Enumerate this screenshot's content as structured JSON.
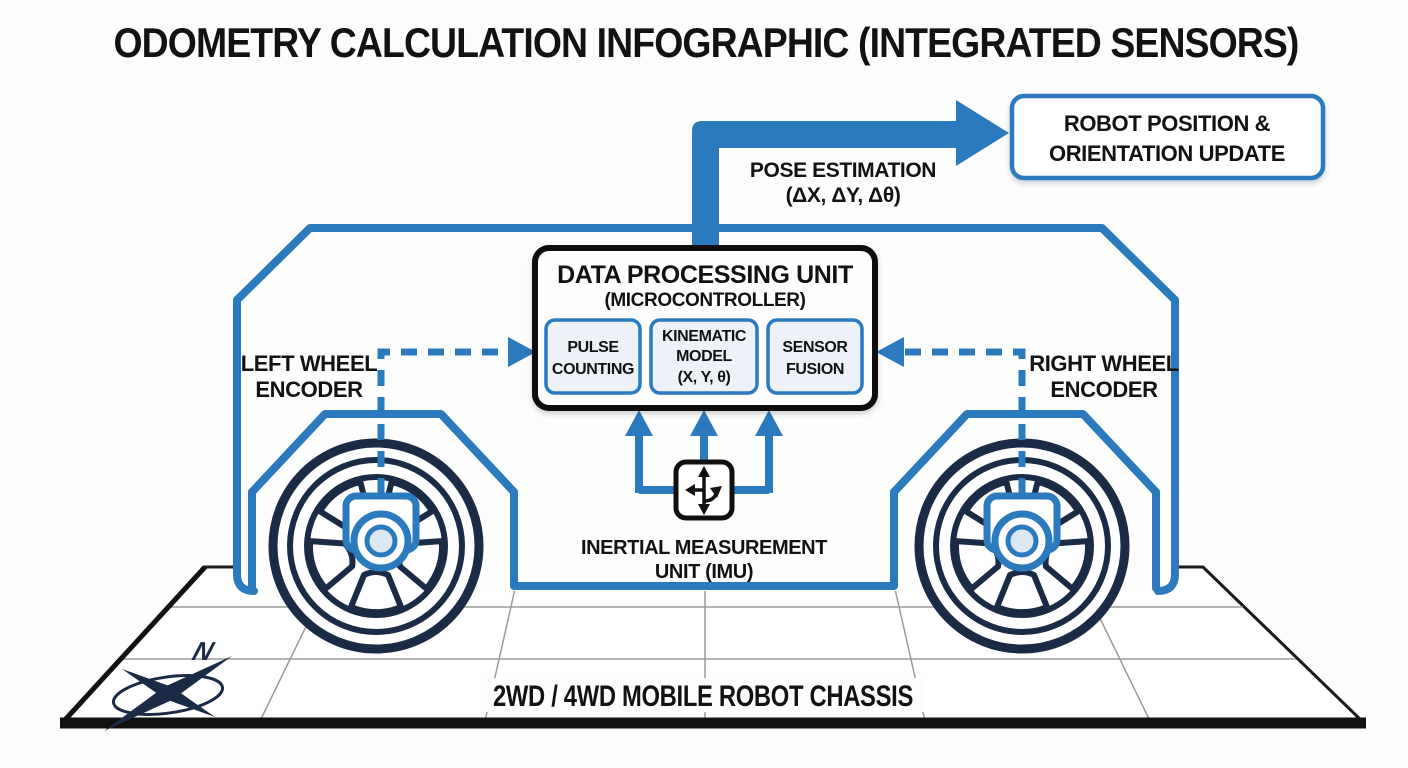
{
  "title": "ODOMETRY CALCULATION INFOGRAPHIC (INTEGRATED SENSORS)",
  "colors": {
    "accent": "#2b7abd",
    "navy": "#1c2b45",
    "text_black": "#121212",
    "module_fill": "#edf2f8",
    "grid_gray": "#9a9a9a",
    "background": "#fdfdfd"
  },
  "output_box": {
    "line1": "ROBOT POSITION &",
    "line2": "ORIENTATION UPDATE"
  },
  "pose_label": {
    "line1": "POSE ESTIMATION",
    "line2": "(ΔX, ΔY, Δθ)"
  },
  "dpu": {
    "title": "DATA PROCESSING UNIT",
    "subtitle": "(MICROCONTROLLER)",
    "modules": [
      {
        "line1": "PULSE",
        "line2": "COUNTING"
      },
      {
        "line1": "KINEMATIC",
        "line2": "MODEL",
        "line3": "(X, Y, θ)"
      },
      {
        "line1": "SENSOR",
        "line2": "FUSION"
      }
    ]
  },
  "left_encoder": {
    "line1": "LEFT WHEEL",
    "line2": "ENCODER"
  },
  "right_encoder": {
    "line1": "RIGHT WHEEL",
    "line2": "ENCODER"
  },
  "imu": {
    "line1": "INERTIAL MEASUREMENT",
    "line2": "UNIT (IMU)"
  },
  "chassis_label": "2WD / 4WD MOBILE ROBOT CHASSIS",
  "compass": {
    "label": "N"
  }
}
